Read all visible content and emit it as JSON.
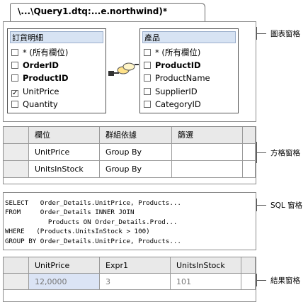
{
  "document_tab": {
    "title": "\\...\\Query1.dtq:...e.northwind)*"
  },
  "diagram": {
    "left_table": {
      "title": "訂貨明細",
      "rows": [
        {
          "label": "* (所有欄位)",
          "checked": false,
          "bold": false
        },
        {
          "label": "OrderID",
          "checked": false,
          "bold": true
        },
        {
          "label": "ProductID",
          "checked": false,
          "bold": true
        },
        {
          "label": "UnitPrice",
          "checked": true,
          "bold": false
        },
        {
          "label": "Quantity",
          "checked": false,
          "bold": false
        }
      ]
    },
    "right_table": {
      "title": "產品",
      "rows": [
        {
          "label": "* (所有欄位)",
          "checked": false,
          "bold": false
        },
        {
          "label": "ProductID",
          "checked": false,
          "bold": true
        },
        {
          "label": "ProductName",
          "checked": false,
          "bold": false
        },
        {
          "label": "SupplierID",
          "checked": false,
          "bold": false
        },
        {
          "label": "CategoryID",
          "checked": false,
          "bold": false
        }
      ]
    },
    "join_icon": "join-link-icon"
  },
  "grid": {
    "headers": [
      "欄位",
      "群組依據",
      "篩選"
    ],
    "rows": [
      {
        "column": "UnitPrice",
        "group_by": "Group By",
        "filter": ""
      },
      {
        "column": "UnitsInStock",
        "group_by": "Group By",
        "filter": ""
      }
    ]
  },
  "sql": {
    "lines": [
      "SELECT   Order_Details.UnitPrice, Products...",
      "FROM     Order_Details INNER JOIN",
      "           Products ON Order_Details.Prod...",
      "WHERE   (Products.UnitsInStock > 100)",
      "GROUP BY Order_Details.UnitPrice, Products..."
    ]
  },
  "results": {
    "headers": [
      "UnitPrice",
      "Expr1",
      "UnitsInStock"
    ],
    "rows": [
      [
        "12,0000",
        "3",
        "101"
      ]
    ]
  },
  "callouts": {
    "diagram": "圖表窗格",
    "grid": "方格窗格",
    "sql": "SQL 窗格",
    "results": "結果窗格"
  },
  "colors": {
    "table_header": "#d7e3f3",
    "selected_cell": "#dbe4f5",
    "pane_border": "#8c8c8c"
  }
}
